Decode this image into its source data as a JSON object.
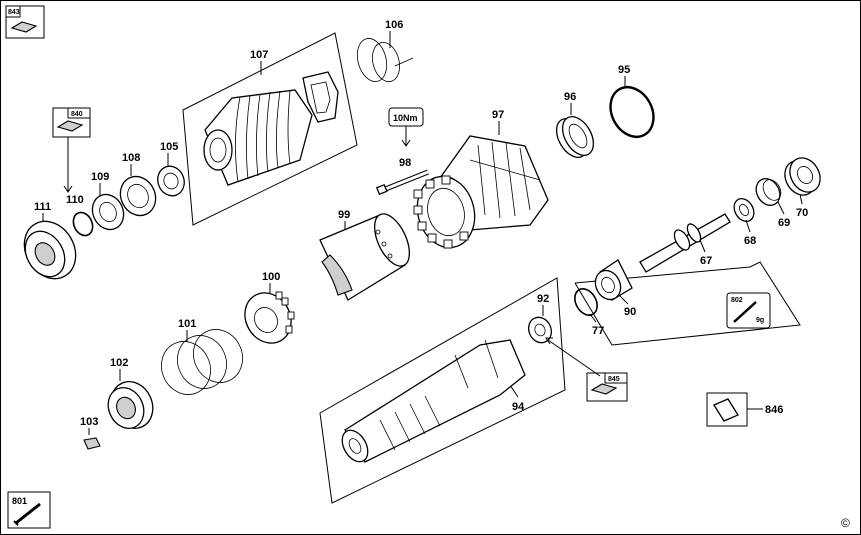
{
  "labels": {
    "p843": "843",
    "p106": "106",
    "p107": "107",
    "p95": "95",
    "p97": "97",
    "p96": "96",
    "p840": "840",
    "p105": "105",
    "p108": "108",
    "p109": "109",
    "p110": "110",
    "p111": "111",
    "p98": "98",
    "torque": "10Nm",
    "p99": "99",
    "p100": "100",
    "p101": "101",
    "p102": "102",
    "p103": "103",
    "p92": "92",
    "p94": "94",
    "p845": "845",
    "p846": "846",
    "p801": "801",
    "p802": "802",
    "grease": "9g",
    "p67": "67",
    "p68": "68",
    "p69": "69",
    "p70": "70",
    "p77": "77",
    "p90": "90",
    "copyright": "©"
  }
}
